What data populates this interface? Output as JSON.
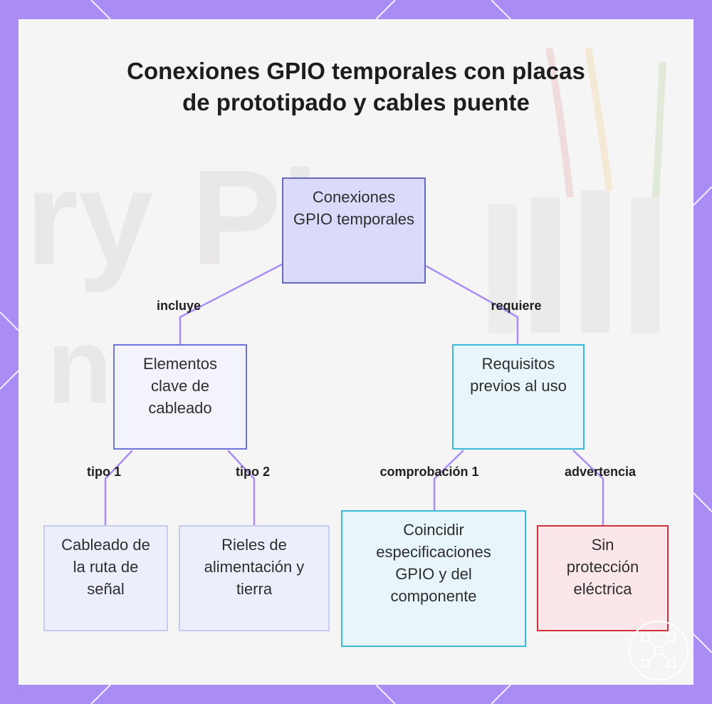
{
  "title": "Conexiones GPIO temporales con placas de prototipado y cables puente",
  "background_watermark": [
    "ry Pi",
    "ns"
  ],
  "colors": {
    "frame": "#a98cf4",
    "connector": "#a98cf4",
    "root_fill": "#dadafb",
    "root_border": "#6868c2",
    "left_fill": "#f3f4fb",
    "left_border": "#6f74d8",
    "right_fill": "#e8f6fb",
    "right_border": "#3bbad8",
    "leaf_fill": "#eceffb",
    "leaf_border": "#c8cdef",
    "warn_fill": "#fbe7ea",
    "warn_border": "#d2323e"
  },
  "nodes": {
    "root": "Conexiones GPIO temporales",
    "key_elements": "Elementos clave de cableado",
    "requirements": "Requisitos previos al uso",
    "signal_wiring": "Cableado de la ruta de señal",
    "power_rails": "Rieles de alimentación y tierra",
    "match_specs": "Coincidir especificaciones GPIO y del componente",
    "no_protection": "Sin protección eléctrica"
  },
  "edges": {
    "includes": "incluye",
    "requires": "requiere",
    "type1": "tipo 1",
    "type2": "tipo 2",
    "check1": "comprobación 1",
    "warning": "advertencia"
  },
  "logo_icon": "network-logo-icon"
}
